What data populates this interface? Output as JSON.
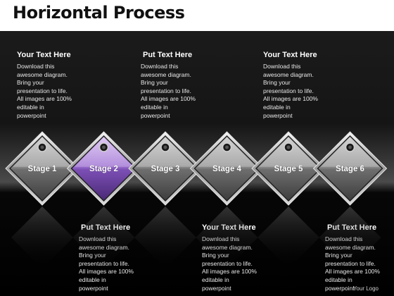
{
  "title": "Horizontal Process",
  "top_blocks": [
    {
      "heading": "Your Text Here",
      "body": "Download this\nawesome diagram.\nBring your\npresentation to life.\nAll images are 100%\neditable in\npowerpoint"
    },
    {
      "heading": "Put Text Here",
      "body": "Download this\nawesome diagram.\nBring your\npresentation to life.\nAll images are 100%\neditable in\npowerpoint"
    },
    {
      "heading": "Your Text Here",
      "body": "Download this\nawesome diagram.\nBring your\npresentation to life.\nAll images are 100%\neditable in\npowerpoint"
    }
  ],
  "bottom_blocks": [
    {
      "heading": "Put Text Here",
      "body": "Download this\nawesome diagram.\nBring your\npresentation to life.\nAll images are 100%\neditable in\npowerpoint"
    },
    {
      "heading": "Your Text Here",
      "body": "Download this\nawesome diagram.\nBring your\npresentation to life.\nAll images are 100%\neditable in\npowerpoint"
    },
    {
      "heading": "Put Text Here",
      "body": "Download this\nawesome diagram.\nBring your\npresentation to life.\nAll images are 100%\neditable in\npowerpoint"
    }
  ],
  "stages": [
    {
      "label": "Stage 1",
      "highlight": false
    },
    {
      "label": "Stage 2",
      "highlight": true
    },
    {
      "label": "Stage 3",
      "highlight": false
    },
    {
      "label": "Stage 4",
      "highlight": false
    },
    {
      "label": "Stage 5",
      "highlight": false
    },
    {
      "label": "Stage 6",
      "highlight": false
    }
  ],
  "colors": {
    "highlight": "#9b6fd0",
    "normal": "#8a8a8a"
  },
  "logo": "Your Logo"
}
